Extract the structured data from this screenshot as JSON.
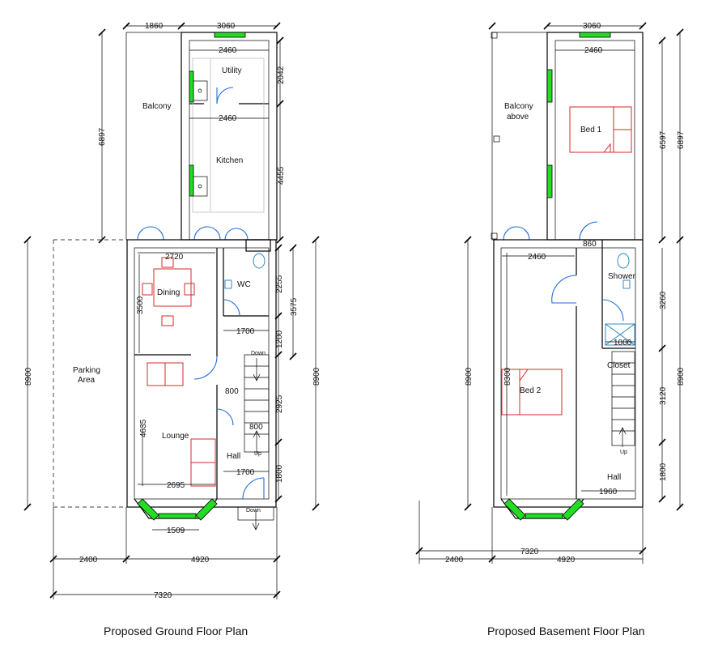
{
  "ground": {
    "caption": "Proposed Ground Floor Plan",
    "rooms": {
      "balcony": "Balcony",
      "utility": "Utility",
      "kitchen": "Kitchen",
      "dining": "Dining",
      "wc": "WC",
      "parking": [
        "Parking",
        "Area"
      ],
      "lounge": "Lounge",
      "hall": "Hall"
    },
    "stairs": {
      "down_top": "Down",
      "up": "Up",
      "down_front": "Down"
    },
    "dims": {
      "top_balcony": "1860",
      "top_width": "3060",
      "utility_inner": "2460",
      "kitchen_inner": "2460",
      "rear_depth": "6897",
      "utility_depth": "2042",
      "kitchen_depth": "4455",
      "dining_width": "2720",
      "dining_depth": "3500",
      "wc_depth": "2255",
      "wc_total": "3575",
      "hall_1700_top": "1700",
      "gap_1200": "1200",
      "door_800": "800",
      "stairs_2925": "2925",
      "hall_800": "800",
      "front_1800": "1800",
      "hall_1700_bottom": "1700",
      "lounge_depth": "4635",
      "lounge_width": "2695",
      "bay_width": "1509",
      "overall_depth_left": "8900",
      "overall_depth_right": "8900",
      "parking_width": "2400",
      "house_width": "4920",
      "total_width": "7320"
    }
  },
  "basement": {
    "caption": "Proposed Basement Floor Plan",
    "rooms": {
      "balcony_above": [
        "Balcony",
        "above"
      ],
      "bed1": "Bed 1",
      "bed2": "Bed 2",
      "shower": "Shower",
      "closet": "Closet",
      "hall": "Hall"
    },
    "stairs": {
      "up": "Up"
    },
    "dims": {
      "top_width": "3060",
      "inner_width": "2460",
      "rear_depth": "6597",
      "rear_total": "6897",
      "door_860": "860",
      "bed2_width": "2460",
      "shower_depth": "3260",
      "closet_width": "1000",
      "bed2_depth": "8300",
      "stairs_3120": "3120",
      "front_1800": "1800",
      "hall_1960": "1960",
      "overall_depth_left": "8900",
      "overall_depth_right": "8900",
      "total_width": "7320",
      "left_2400": "2400",
      "house_width": "4920"
    }
  }
}
